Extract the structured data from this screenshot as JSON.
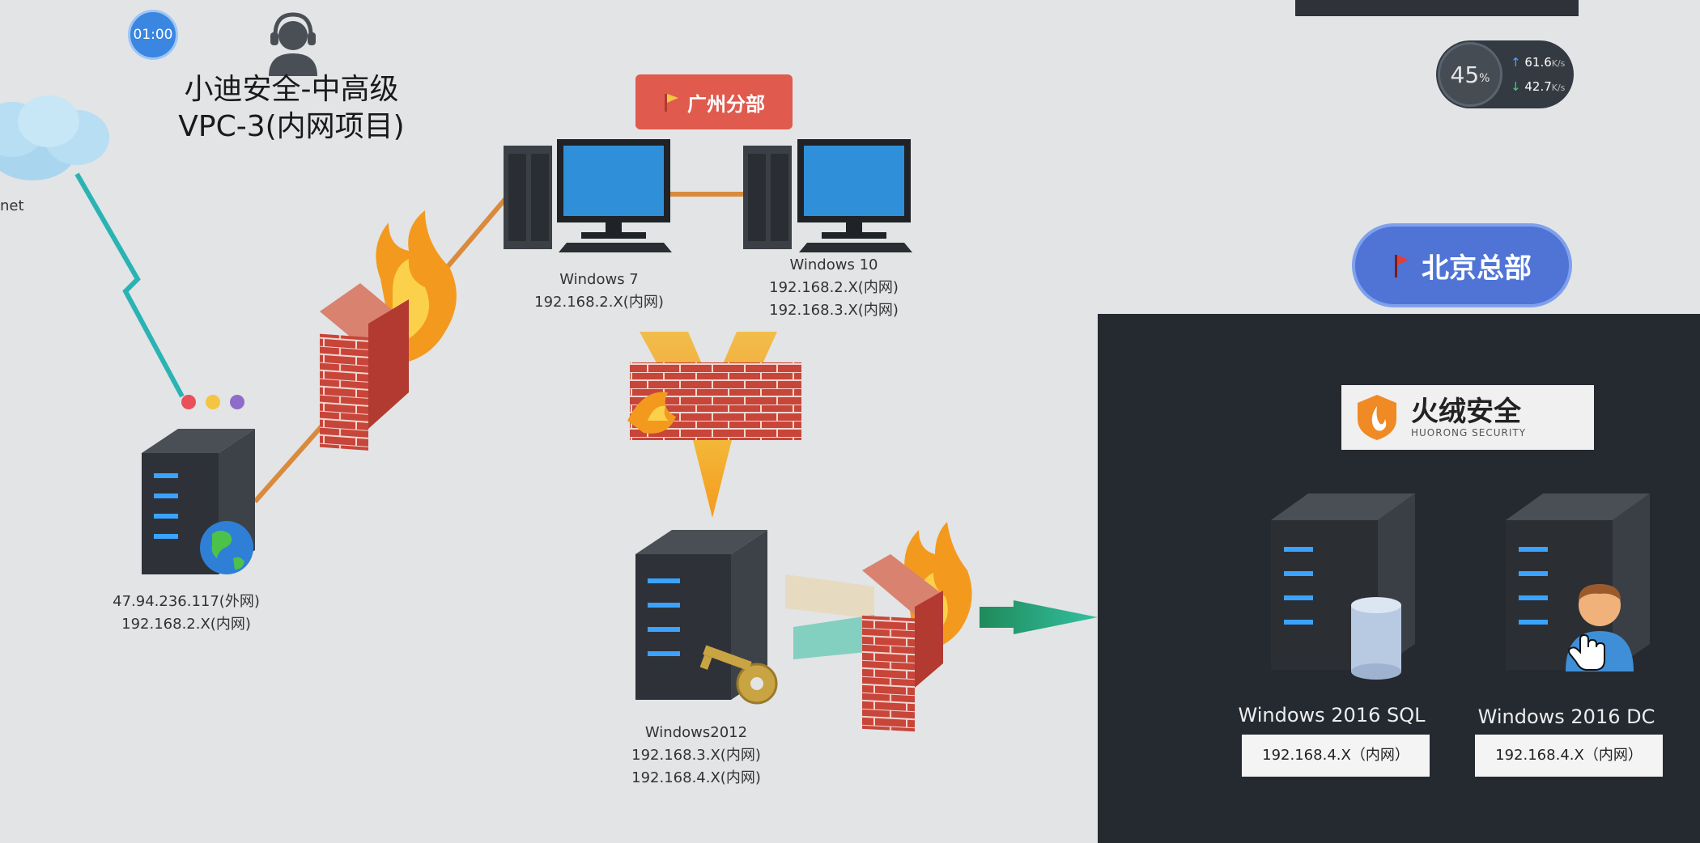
{
  "timer": "01:00",
  "title": {
    "line1": "小迪安全-中高级",
    "line2": "VPC-3(内网项目)"
  },
  "cloud_label": "net",
  "branch_badge": "广州分部",
  "hq_badge": "北京总部",
  "network_widget": {
    "percent": "45",
    "percent_unit": "%",
    "upload": "61.6",
    "download": "42.7",
    "unit": "K/s"
  },
  "logo": {
    "cn": "火绒安全",
    "en": "HUORONG SECURITY"
  },
  "nodes": {
    "web_server": {
      "ip1": "47.94.236.117(外网)",
      "ip2": "192.168.2.X(内网)"
    },
    "win7": {
      "name": "Windows 7",
      "ip1": "192.168.2.X(内网)"
    },
    "win10": {
      "name": "Windows 10",
      "ip1": "192.168.2.X(内网)",
      "ip2": "192.168.3.X(内网)"
    },
    "win2012": {
      "name": "Windows2012",
      "ip1": "192.168.3.X(内网)",
      "ip2": "192.168.4.X(内网)"
    },
    "sql": {
      "name": "Windows 2016 SQL",
      "ip": "192.168.4.X（内网）"
    },
    "dc": {
      "name": "Windows 2016 DC",
      "ip": "192.168.4.X（内网）"
    }
  },
  "colors": {
    "link": "#d98a3c",
    "lightning": "#2ab3b3",
    "hq_bg": "#252a31",
    "branch": "#e05a4e",
    "hq": "#4f74d6"
  }
}
